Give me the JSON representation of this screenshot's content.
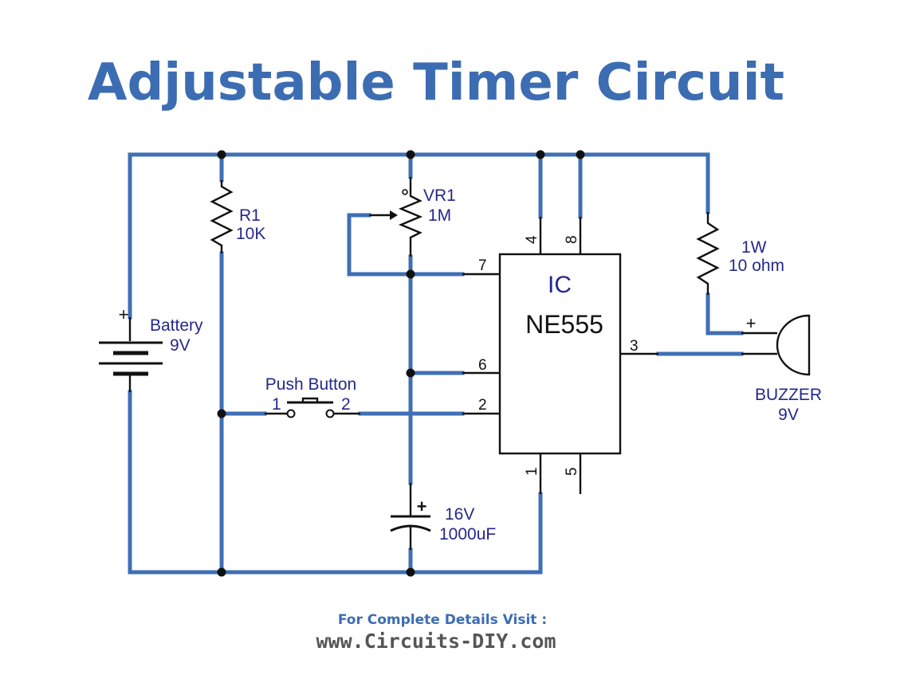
{
  "title": "Adjustable Timer Circuit",
  "components": {
    "r1": {
      "name": "R1",
      "value": "10K"
    },
    "vr1": {
      "name": "VR1",
      "value": "1M"
    },
    "battery": {
      "name": "Battery",
      "value": "9V",
      "polarity": "+"
    },
    "ic": {
      "label": "IC",
      "part": "NE555"
    },
    "resistor_1w": {
      "power": "1W",
      "value": "10 ohm"
    },
    "push_button": {
      "name": "Push Button",
      "pin1": "1",
      "pin2": "2"
    },
    "capacitor": {
      "voltage": "16V",
      "value": "1000uF",
      "polarity": "+"
    },
    "buzzer": {
      "name": "BUZZER",
      "value": "9V",
      "polarity": "+"
    }
  },
  "pins": {
    "p1": "1",
    "p2": "2",
    "p3": "3",
    "p4": "4",
    "p5": "5",
    "p6": "6",
    "p7": "7",
    "p8": "8"
  },
  "footer": {
    "line1": "For Complete Details Visit :",
    "line2": "www.Circuits-DIY.com"
  },
  "colors": {
    "wire": "#3f6fb5",
    "title": "#3c6db2",
    "label": "#24288a"
  }
}
